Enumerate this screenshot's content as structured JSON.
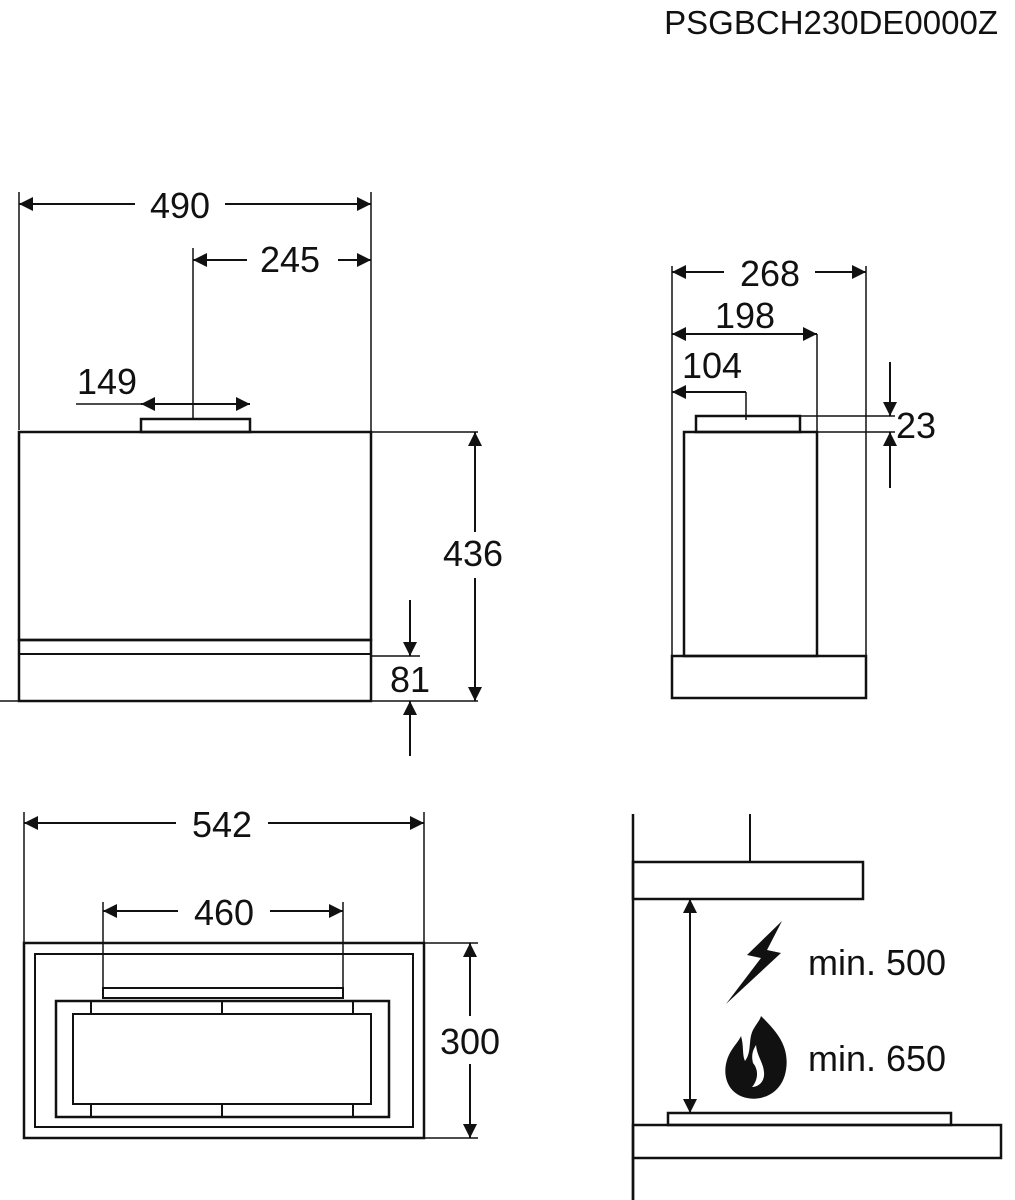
{
  "model_code": "PSGBCH230DE0000Z",
  "front_view": {
    "width": "490",
    "half_width": "245",
    "outlet_width": "149",
    "height": "436",
    "base_height": "81"
  },
  "side_view": {
    "depth": "268",
    "outlet_depth": "198",
    "outlet_size": "104",
    "outlet_height": "23"
  },
  "cutout_view": {
    "outer_width": "542",
    "inner_width": "460",
    "depth": "300"
  },
  "install_view": {
    "electric_clearance": "min. 500",
    "gas_clearance": "min. 650",
    "icons": [
      "lightning-icon",
      "flame-icon"
    ]
  }
}
